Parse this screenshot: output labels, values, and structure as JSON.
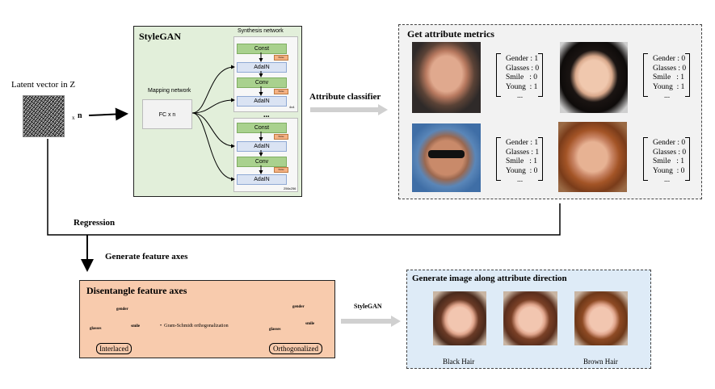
{
  "latent": {
    "title": "Latent vector in Z",
    "times": "x",
    "n": "n"
  },
  "stylegan": {
    "title": "StyleGAN",
    "synthesis_title": "Synthesis network",
    "mapping_title": "Mapping network",
    "fc_label": "FC x n",
    "blocks": [
      "Const",
      "AdaIN",
      "Conv",
      "AdaIN",
      "Const",
      "AdaIN",
      "Conv",
      "AdaIN"
    ],
    "noise_label": "Noise",
    "ellipsis": "...",
    "res1": "4x4",
    "res2": "256x256"
  },
  "classifier_label": "Attribute classifier",
  "metrics": {
    "title": "Get attribute metrics",
    "faces": [
      {
        "lines": [
          "Gender : 1",
          "Glasses : 0",
          "Smile   : 0",
          "Young  : 1",
          "..."
        ]
      },
      {
        "lines": [
          "Gender : 0",
          "Glasses : 0",
          "Smile   : 1",
          "Young  : 1",
          "..."
        ]
      },
      {
        "lines": [
          "Gender : 1",
          "Glasses : 1",
          "Smile   : 1",
          "Young  : 0",
          "..."
        ]
      },
      {
        "lines": [
          "Gender : 0",
          "Glasses : 0",
          "Smile   : 1",
          "Young  : 0",
          "..."
        ]
      }
    ]
  },
  "regression_label": "Regression",
  "generate_axes_label": "Generate feature axes",
  "disentangle": {
    "title": "Disentangle feature axes",
    "axis_labels": [
      "gender",
      "smile",
      "glasses"
    ],
    "method": "Gram-Schmidt orthogonalization",
    "interlaced": "Interlaced",
    "orthogonalized": "Orthogonalized"
  },
  "stylegan_arrow_label": "StyleGAN",
  "generate_image": {
    "title": "Generate image along attribute direction",
    "left": "Black Hair",
    "right": "Brown Hair"
  },
  "colors": {
    "stylegan_bg": "#e2efda",
    "metrics_bg": "#f2f2f2",
    "disentangle_bg": "#f8cbad",
    "generate_bg": "#deebf7",
    "grey_arrow": "#c8c8c8"
  }
}
